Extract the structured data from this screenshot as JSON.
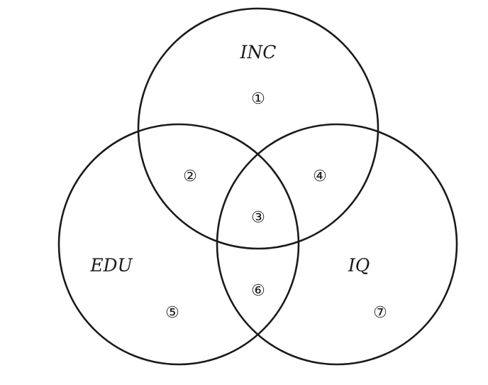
{
  "diagram": {
    "type": "venn-3",
    "colors": {
      "stroke": "#1a1a1a",
      "background": "#ffffff"
    },
    "sets": [
      {
        "id": "inc",
        "label": "INC"
      },
      {
        "id": "edu",
        "label": "EDU"
      },
      {
        "id": "iq",
        "label": "IQ"
      }
    ],
    "regions": [
      {
        "id": "r1",
        "label": "①",
        "sets": [
          "INC"
        ]
      },
      {
        "id": "r2",
        "label": "②",
        "sets": [
          "INC",
          "EDU"
        ]
      },
      {
        "id": "r3",
        "label": "③",
        "sets": [
          "INC",
          "EDU",
          "IQ"
        ]
      },
      {
        "id": "r4",
        "label": "④",
        "sets": [
          "INC",
          "IQ"
        ]
      },
      {
        "id": "r5",
        "label": "⑤",
        "sets": [
          "EDU"
        ]
      },
      {
        "id": "r6",
        "label": "⑥",
        "sets": [
          "EDU",
          "IQ"
        ]
      },
      {
        "id": "r7",
        "label": "⑦",
        "sets": [
          "IQ"
        ]
      }
    ]
  }
}
